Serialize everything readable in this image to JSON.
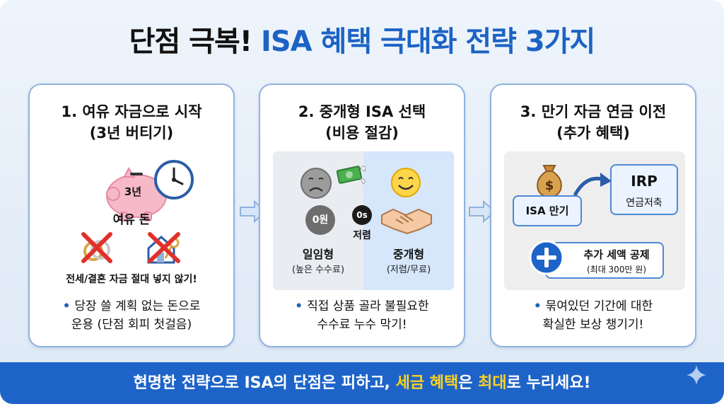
{
  "title": {
    "part1": "단점 극복!",
    "part2": "ISA 혜택 극대화 전략 3가지"
  },
  "cards": [
    {
      "title_line1": "1. 여유 자금으로 시작",
      "title_line2": "(3년 버티기)",
      "piggy_label": "3년",
      "money_label": "여유 돈",
      "warning": "전세/결혼 자금 절대 넣지 않기!",
      "bullet_line1": "당장 쓸 계획 없는 돈으로",
      "bullet_line2": "운용 (단점 회피 첫걸음)"
    },
    {
      "title_line1": "2. 중개형 ISA 선택",
      "title_line2": "(비용 절감)",
      "coin_left": "0원",
      "coin_mid": "0s",
      "mid_label": "저렴",
      "left_label": "일임형",
      "left_sub": "(높은 수수료)",
      "right_label": "중개형",
      "right_sub": "(저렴/무료)",
      "bullet_line1": "직접 상품 골라 불필요한",
      "bullet_line2": "수수료 누수 막기!"
    },
    {
      "title_line1": "3. 만기 자금 연금 이전",
      "title_line2": "(추가 혜택)",
      "isa_box": "ISA 만기",
      "irp_title": "IRP",
      "irp_sub": "연금저축",
      "tag_title": "추가 세액 공제",
      "tag_sub": "(최대 300만 원)",
      "bullet_line1": "묶여있던 기간에 대한",
      "bullet_line2": "확실한 보상 챙기기!"
    }
  ],
  "footer": {
    "part1": "현명한 전략으로 ISA의 단점은 피하고, ",
    "highlight1": "세금 혜택",
    "part2": "은 ",
    "highlight2": "최대",
    "part3": "로 누리세요!"
  },
  "colors": {
    "accent": "#1c63c4",
    "footer_bg": "#1e64c8",
    "highlight": "#ffd21f",
    "card_border": "#8fb2dd"
  }
}
